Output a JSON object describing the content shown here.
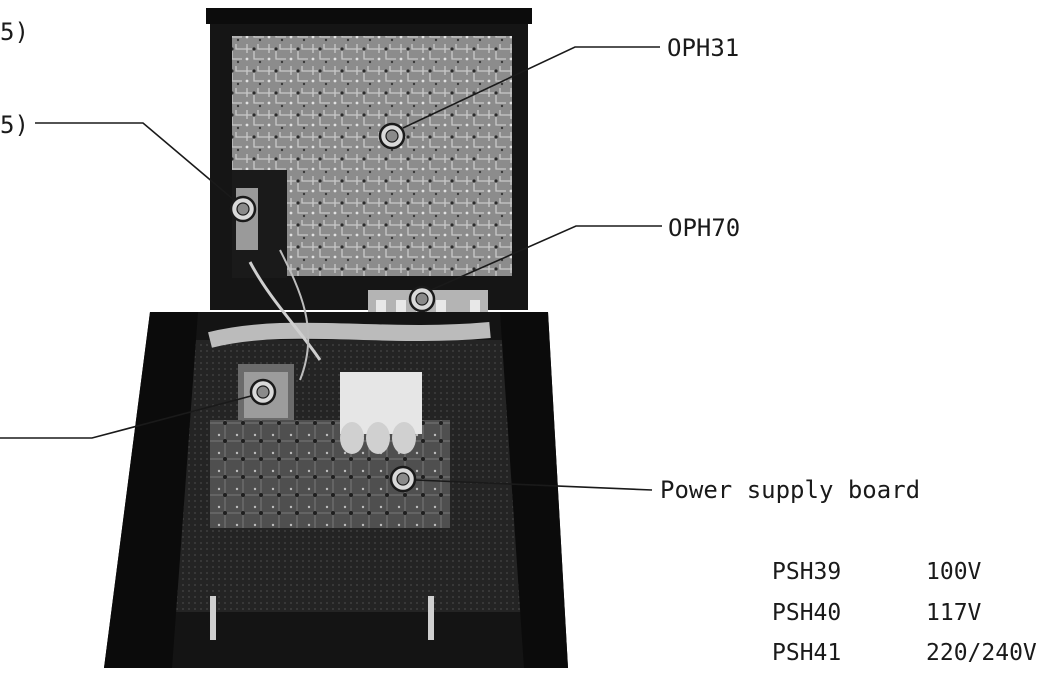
{
  "labels": {
    "top_left_partial": "5)",
    "mid_left_partial": "5)",
    "oph31": "OPH31",
    "oph70": "OPH70",
    "power_supply_board": "Power supply board"
  },
  "power_supply_table": [
    {
      "model": "PSH39",
      "voltage": "100V"
    },
    {
      "model": "PSH40",
      "voltage": "117V"
    },
    {
      "model": "PSH41",
      "voltage": "220/240V"
    }
  ],
  "colors": {
    "ink": "#1a1a1a",
    "chassis_dark": "#161616",
    "board_gray": "#8e8e8e"
  }
}
